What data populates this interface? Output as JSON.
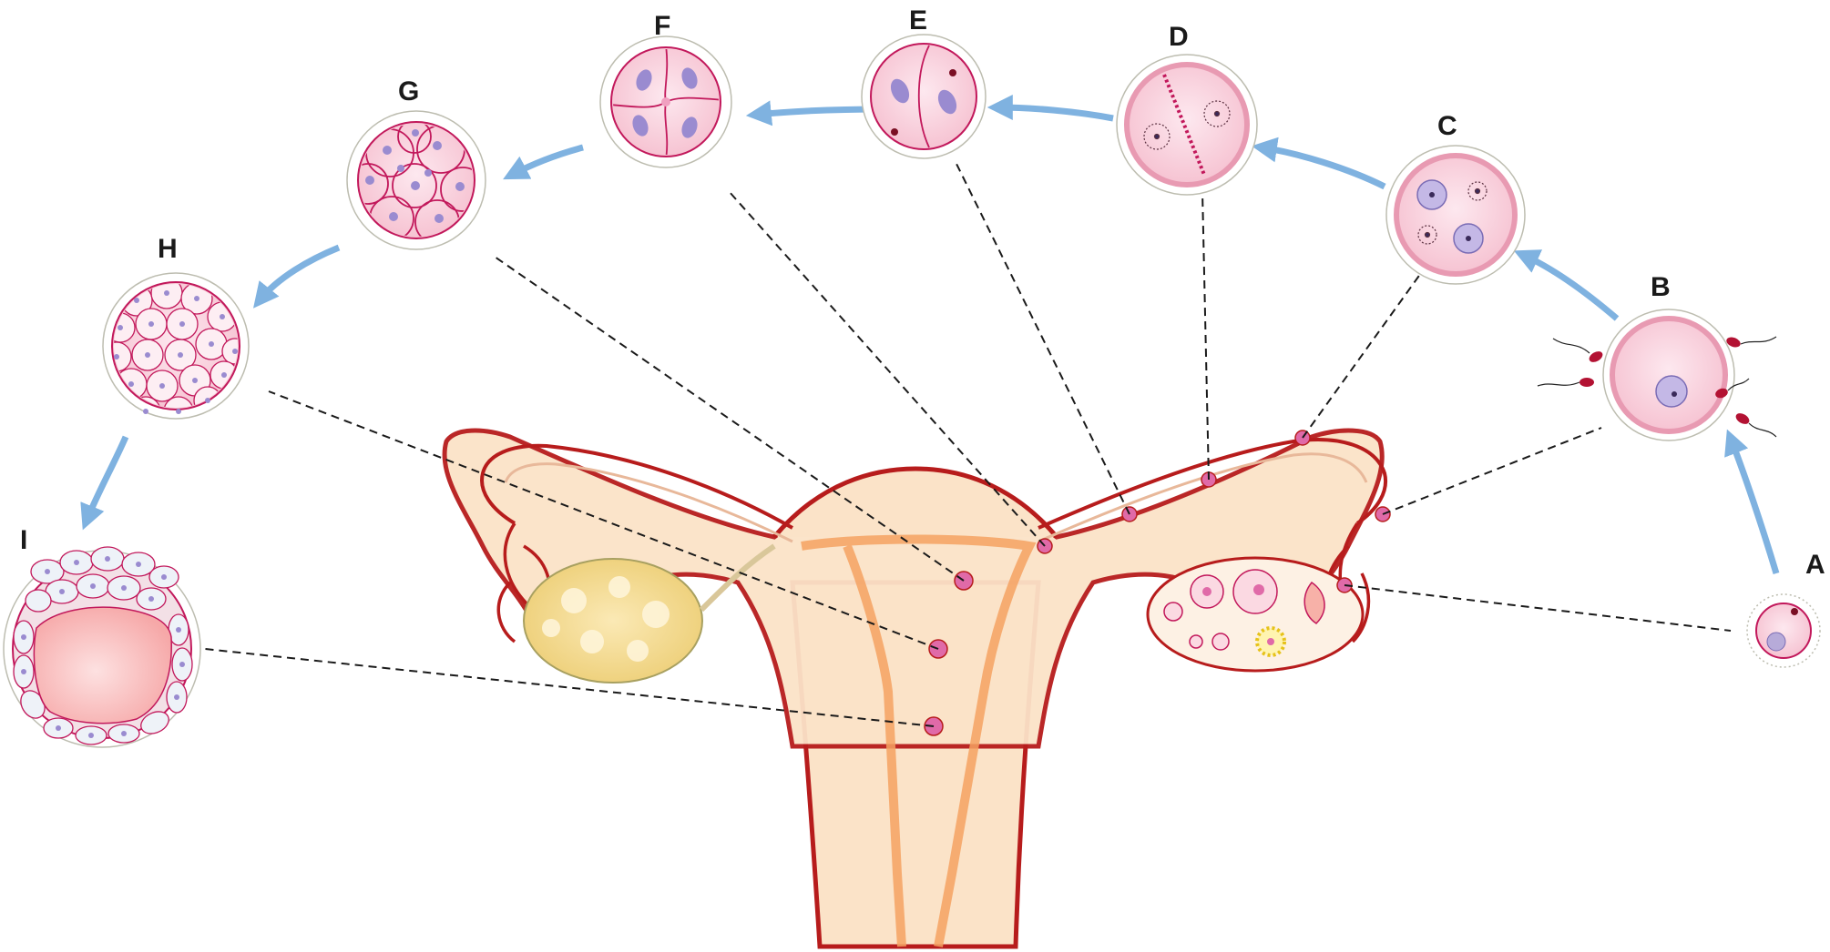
{
  "stages": [
    {
      "id": "A",
      "label": "A"
    },
    {
      "id": "B",
      "label": "B"
    },
    {
      "id": "C",
      "label": "C"
    },
    {
      "id": "D",
      "label": "D"
    },
    {
      "id": "E",
      "label": "E"
    },
    {
      "id": "F",
      "label": "F"
    },
    {
      "id": "G",
      "label": "G"
    },
    {
      "id": "H",
      "label": "H"
    },
    {
      "id": "I",
      "label": "I"
    }
  ],
  "colors": {
    "uterus_outline": "#b71c1c",
    "uterus_fill": "#fbe3c8",
    "endometrium": "#f4a261",
    "cell_pink": "#f7c9d6",
    "cell_membrane": "#c2185b",
    "nucleus": "#9a8bd0",
    "arrow": "#7fb2e0",
    "leader": "#1a1a1a",
    "ovary_left": "#f3d889",
    "marker": "#e06aa8"
  }
}
